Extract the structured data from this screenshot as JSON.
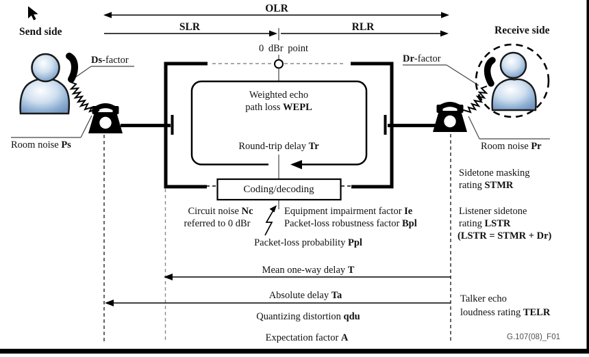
{
  "colors": {
    "figure_blue": "#8fb0d4",
    "figure_highlight": "#f5f9fd",
    "line_black": "#000000",
    "dash_gray": "#8a8a8a",
    "fig_id_gray": "#4f4f4f"
  },
  "header": {
    "send_side": "Send side",
    "receive_side": "Receive side"
  },
  "loudness_ratings": {
    "olr": "OLR",
    "slr": "SLR",
    "rlr": "RLR"
  },
  "zero_dbr_label": "0 dBr point",
  "send": {
    "d_factor_bold": "Ds",
    "d_factor_rest": "-factor",
    "room_noise_text": "Room noise ",
    "room_noise_bold": "Ps"
  },
  "receive": {
    "d_factor_bold": "Dr",
    "d_factor_rest": "-factor",
    "room_noise_text": "Room noise ",
    "room_noise_bold": "Pr"
  },
  "echo_loop": {
    "line1": "Weighted echo",
    "line2_text": "path loss ",
    "line2_bold": "WEPL",
    "delay_text": "Round-trip delay ",
    "delay_bold": "Tr"
  },
  "codec": {
    "label": "Coding/decoding"
  },
  "impairments": {
    "circuit_noise_text": "Circuit noise ",
    "circuit_noise_bold": "Nc",
    "circuit_noise_line2": "referred to 0 dBr",
    "equipment_text": "Equipment impairment factor ",
    "equipment_bold": "Ie",
    "packet_robustness_text": "Packet-loss robustness factor ",
    "packet_robustness_bold": "Bpl",
    "packet_probability_text": "Packet-loss probability ",
    "packet_probability_bold": "Ppl"
  },
  "sidetone": {
    "line1": "Sidetone masking",
    "line2_text": "rating ",
    "line2_bold": "STMR"
  },
  "listener_sidetone": {
    "line1": "Listener sidetone",
    "line2_text": "rating ",
    "line2_bold": "LSTR",
    "line3_bold": "(LSTR = STMR + Dr)"
  },
  "delays": {
    "mean_text": "Mean one-way delay ",
    "mean_bold": "T",
    "absolute_text": "Absolute delay ",
    "absolute_bold": "Ta",
    "qdu_text": "Quantizing distortion ",
    "qdu_bold": "qdu",
    "expectation_text": "Expectation factor ",
    "expectation_bold": "A"
  },
  "talker_echo": {
    "line1": "Talker echo",
    "line2_text": "loudness rating ",
    "line2_bold": "TELR"
  },
  "figure_id": "G.107(08)_F01"
}
